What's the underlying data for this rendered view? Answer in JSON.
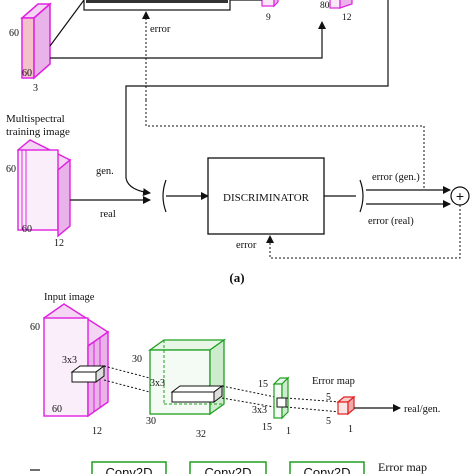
{
  "top": {
    "dims_cube1": [
      "60",
      "60",
      "3"
    ],
    "dims_cube2_right": [
      "9"
    ],
    "dims_cube3": [
      "80",
      "12"
    ],
    "error_label": "error",
    "training_label_line1": "Multispectral",
    "training_label_line2": "training image",
    "training_dims": [
      "60",
      "60",
      "12"
    ],
    "gen_label": "gen.",
    "real_label": "real",
    "discriminator_label": "DISCRIMINATOR",
    "error_gen_label": "error (gen.)",
    "error_real_label": "error (real)",
    "error_bottom_label": "error",
    "sum_symbol": "+",
    "panel_label": "(a)"
  },
  "bottom": {
    "input_label": "Input image",
    "input_dims": [
      "60",
      "60",
      "12"
    ],
    "kernel1": "3x3",
    "block2_dims": [
      "30",
      "30",
      "32"
    ],
    "kernel2": "3x3",
    "block3_dims": [
      "15",
      "15",
      "1"
    ],
    "kernel3": "3x3",
    "error_map_label": "Error map",
    "block4_dims": [
      "5",
      "5",
      "1"
    ],
    "output_label": "real/gen."
  },
  "footer": {
    "boxes": [
      "Conv2D",
      "Conv2D",
      "Conv2D"
    ],
    "error_map_label": "Error map"
  },
  "colors": {
    "magenta": "#e020e0",
    "green": "#20a020",
    "red": "#e02020",
    "black": "#111111"
  }
}
